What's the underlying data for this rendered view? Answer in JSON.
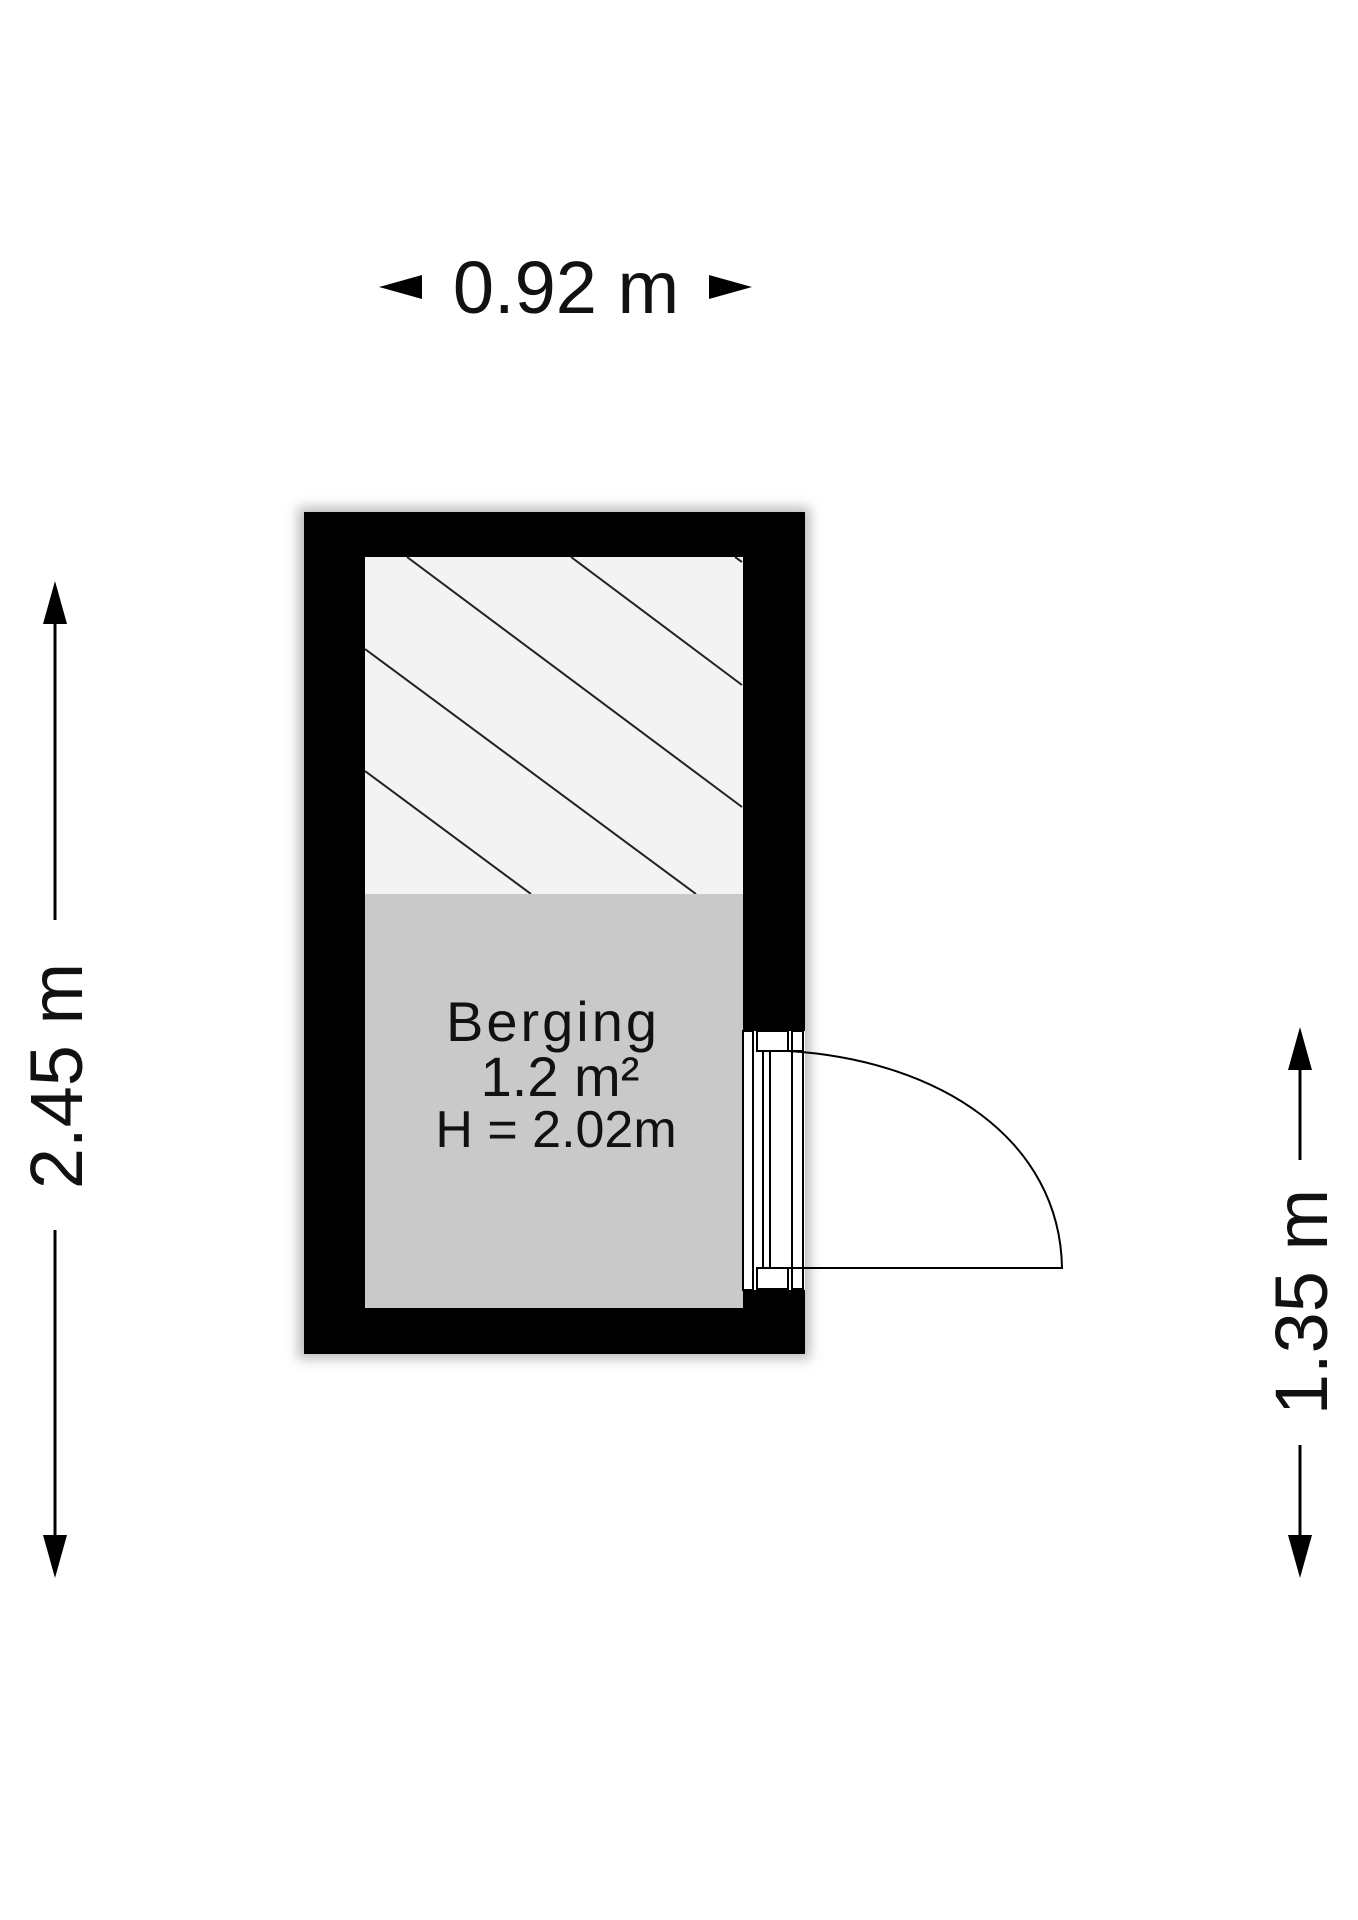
{
  "dimensions": {
    "width": "0.92 m",
    "height": "2.45 m",
    "door_side": "1.35 m"
  },
  "room": {
    "name": "Berging",
    "area": "1.2 m²",
    "ceiling_height": "H = 2.02m"
  },
  "colors": {
    "wall": "#000000",
    "floor": "#c9c9c9",
    "hatched_area": "#f3f3f3"
  }
}
